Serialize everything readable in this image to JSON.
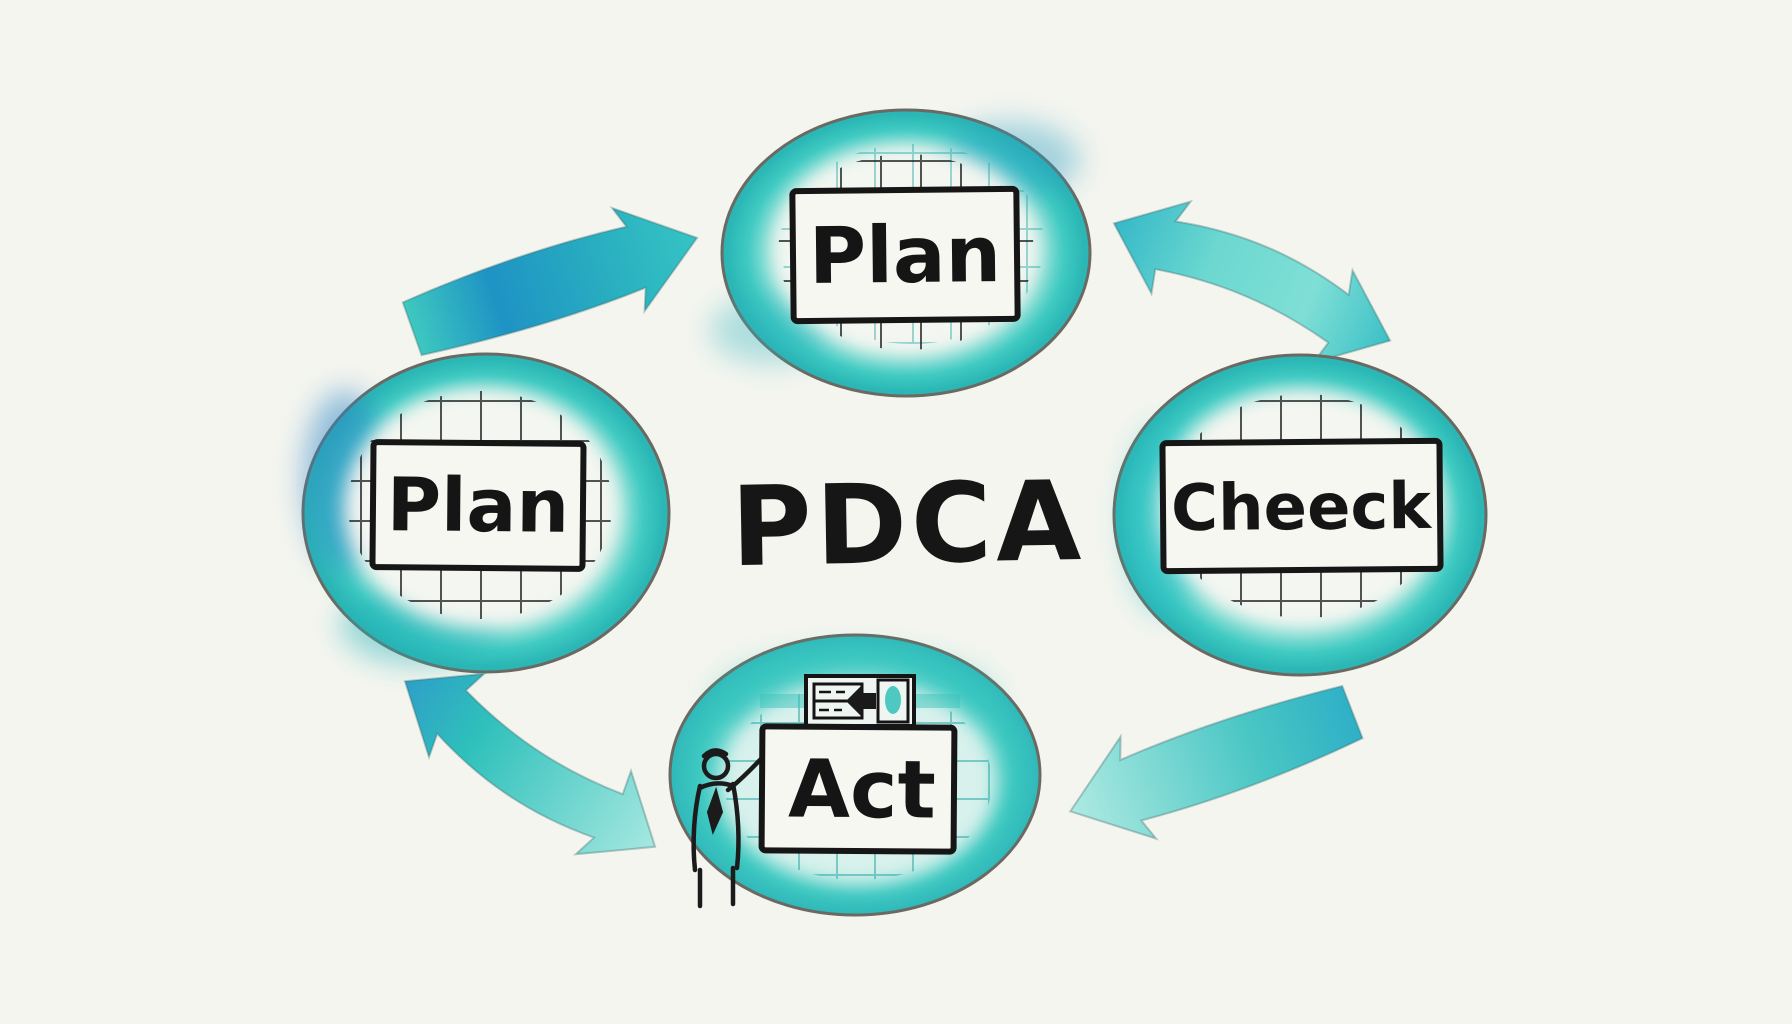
{
  "diagram": {
    "center_label": "PDCA",
    "nodes": [
      {
        "id": "plan-top",
        "label": "Plan"
      },
      {
        "id": "plan-left",
        "label": "Plan"
      },
      {
        "id": "check-right",
        "label": "Cheeck"
      },
      {
        "id": "act-bottom",
        "label": "Act"
      }
    ],
    "icons": [
      {
        "name": "person-leaning-icon",
        "location": "act-bottom"
      },
      {
        "name": "document-transfer-icon",
        "location": "act-bottom"
      }
    ],
    "style": {
      "background": "#f4f5ef",
      "watercolor_teal": "#2fbdb8",
      "watercolor_teal_deep": "#2bb7b5",
      "watercolor_blue_accent": "#2e86c8",
      "ink": "#161616",
      "box_fill": "#f6f7f1",
      "circle_outline": "#6a6a62"
    }
  }
}
